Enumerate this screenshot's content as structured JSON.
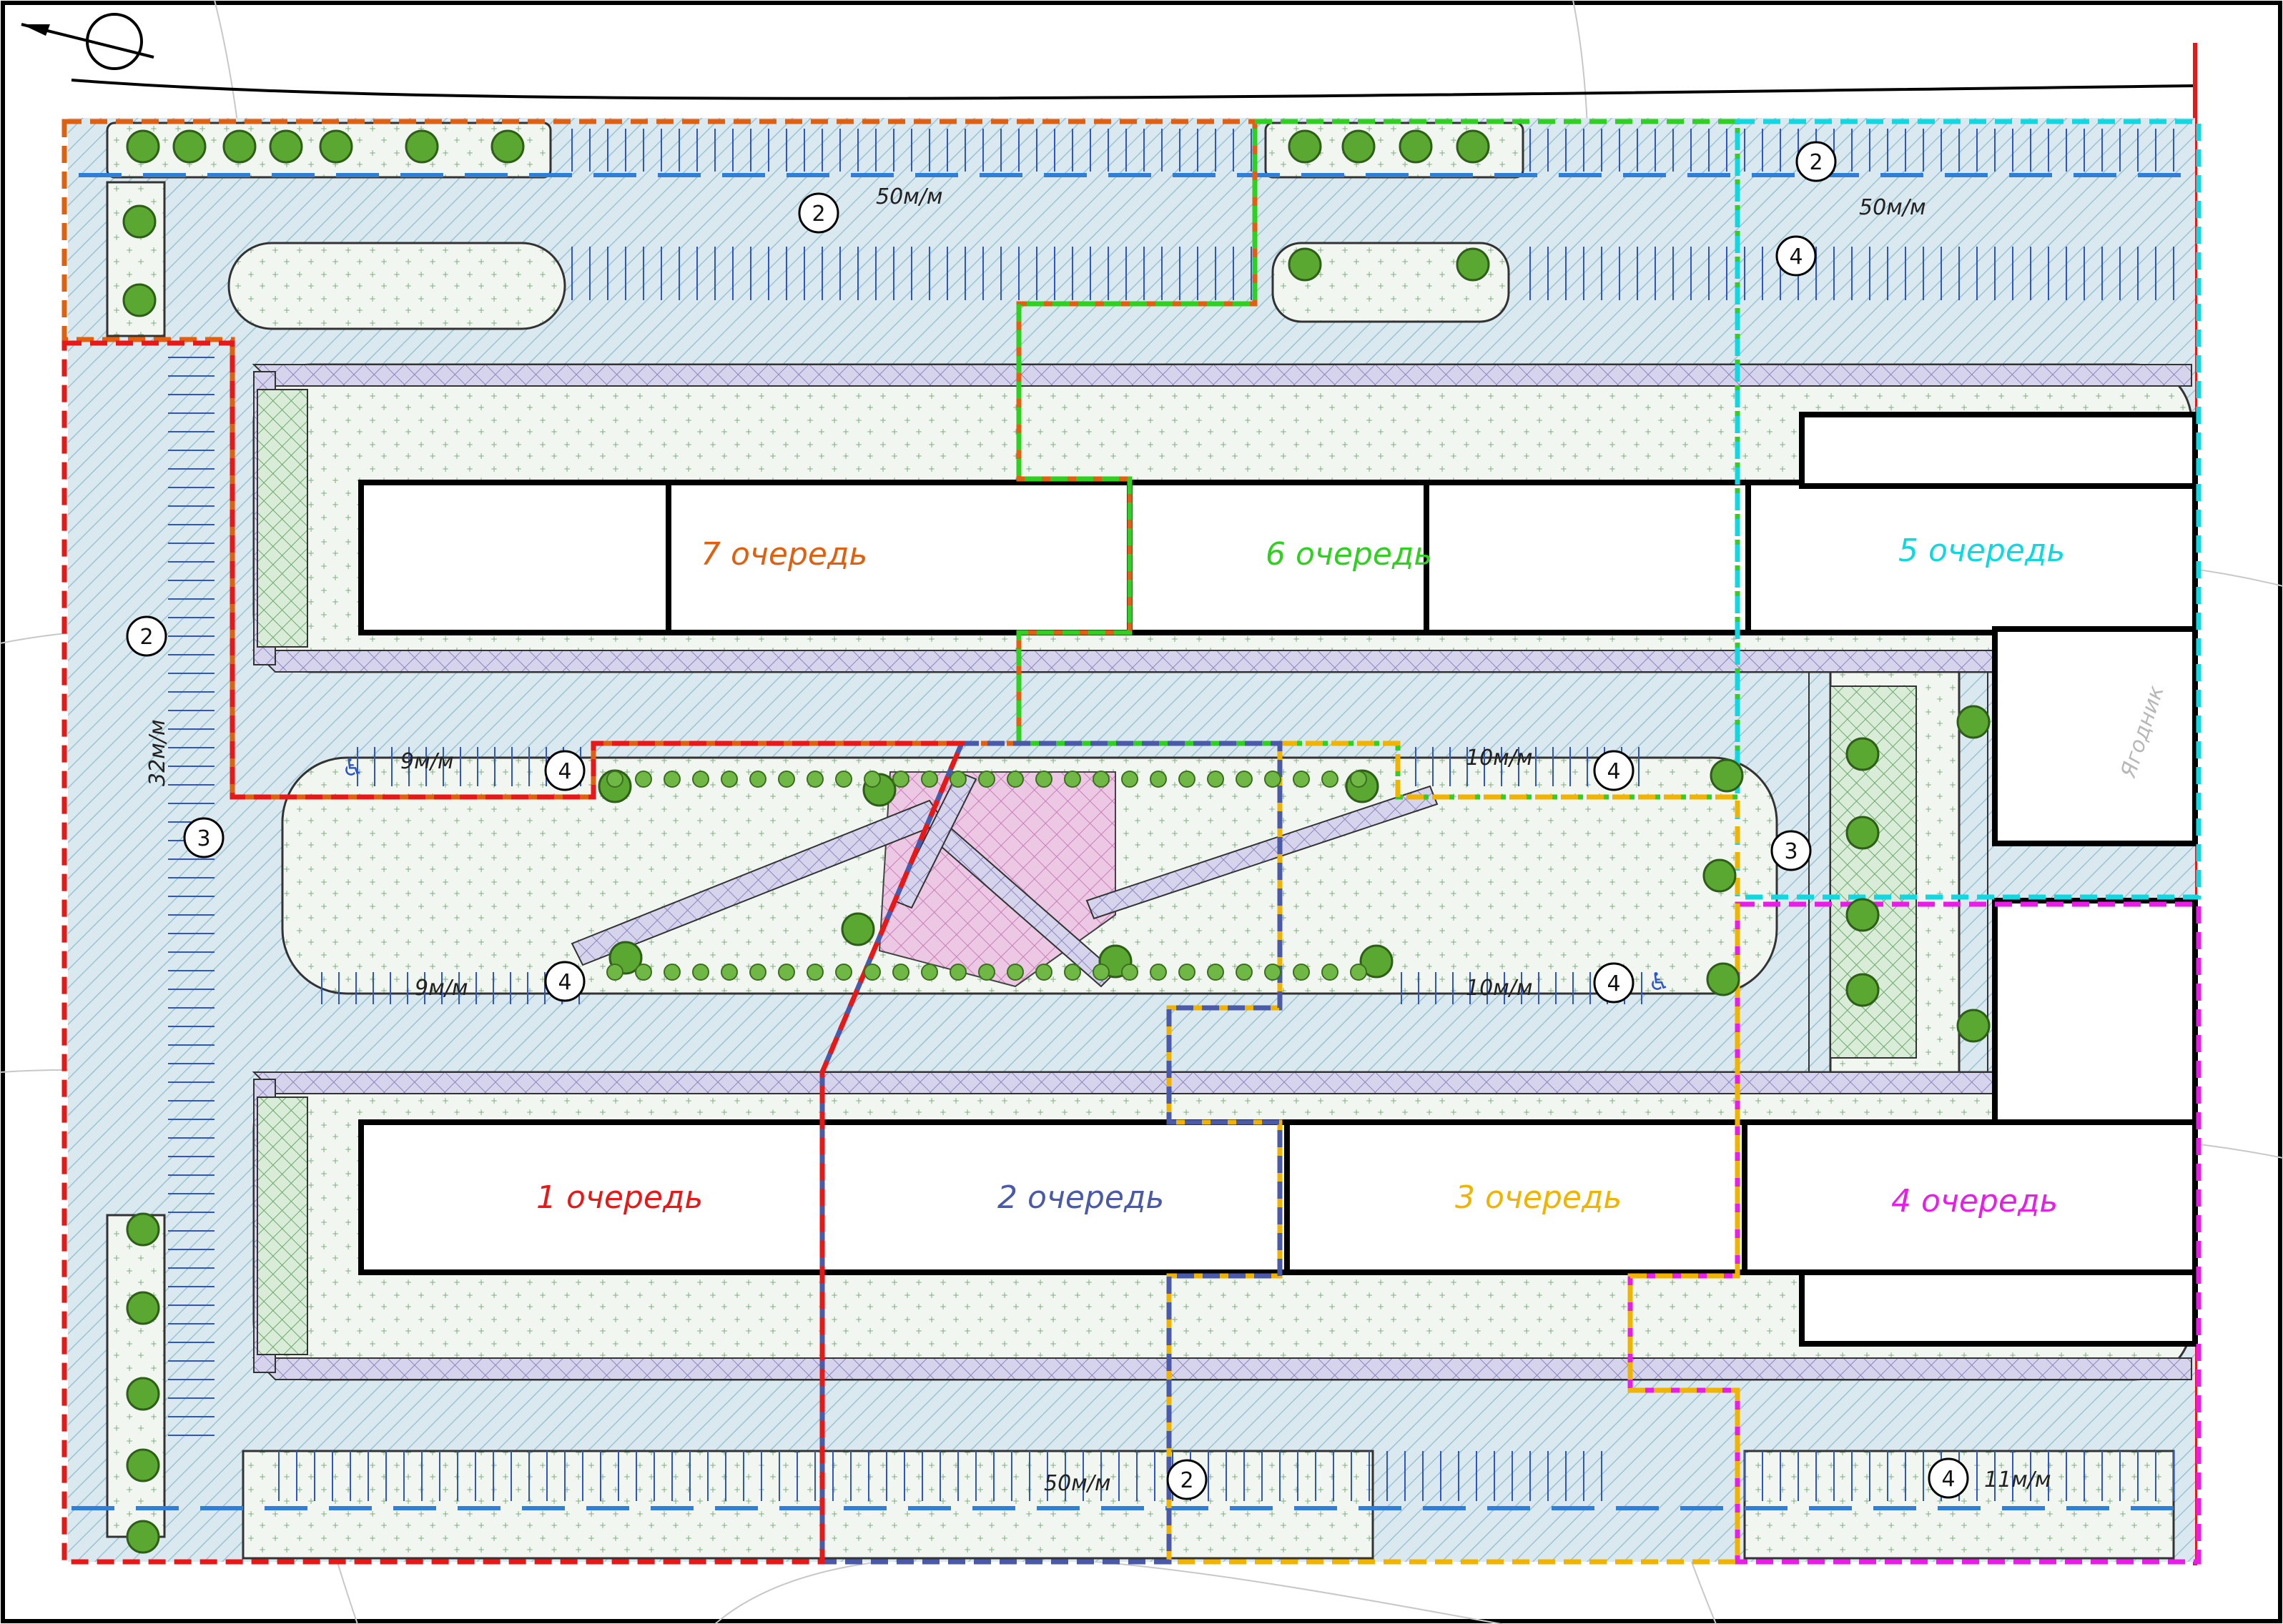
{
  "drawing": {
    "kind": "site plan",
    "north_arrow_icon": "north-arrow-icon",
    "colors": {
      "paving": "#c9dfe8",
      "paving_hatch": "#9cc3d2",
      "lawn": "#eef6ee",
      "lawn_dot": "#7fae7f",
      "walkway": "#cfcbe6",
      "building_fill": "#ffffff",
      "building_outline": "#000000",
      "parking_stripe": "#2f56c8",
      "tree": "#5aa832",
      "boundary": "#e81818"
    }
  },
  "phases": [
    {
      "id": "1",
      "label": "1 очередь",
      "color": "#e81818"
    },
    {
      "id": "2",
      "label": "2 очередь",
      "color": "#4a5aa8"
    },
    {
      "id": "3",
      "label": "3 очередь",
      "color": "#f0b400"
    },
    {
      "id": "4",
      "label": "4 очередь",
      "color": "#e81ee8"
    },
    {
      "id": "5",
      "label": "5 очередь",
      "color": "#10d8e0"
    },
    {
      "id": "6",
      "label": "6 очередь",
      "color": "#30d020"
    },
    {
      "id": "7",
      "label": "7 очередь",
      "color": "#e06010"
    }
  ],
  "parking_labels": [
    {
      "id": "north-west",
      "text": "50м/м"
    },
    {
      "id": "north-east",
      "text": "50м/м"
    },
    {
      "id": "west",
      "text": "32м/м"
    },
    {
      "id": "court-nw",
      "text": "9м/м"
    },
    {
      "id": "court-sw",
      "text": "9м/м"
    },
    {
      "id": "court-ne",
      "text": "10м/м"
    },
    {
      "id": "court-se",
      "text": "10м/м"
    },
    {
      "id": "south",
      "text": "50м/м"
    },
    {
      "id": "south-east",
      "text": "11м/м"
    }
  ],
  "markers": [
    {
      "id": "m1",
      "text": "2"
    },
    {
      "id": "m2",
      "text": "2"
    },
    {
      "id": "m3",
      "text": "4"
    },
    {
      "id": "m4",
      "text": "2"
    },
    {
      "id": "m5",
      "text": "3"
    },
    {
      "id": "m6",
      "text": "4"
    },
    {
      "id": "m7",
      "text": "4"
    },
    {
      "id": "m8",
      "text": "4"
    },
    {
      "id": "m9",
      "text": "4"
    },
    {
      "id": "m10",
      "text": "3"
    },
    {
      "id": "m11",
      "text": "2"
    },
    {
      "id": "m12",
      "text": "4"
    }
  ],
  "street_label": "Ягодник"
}
